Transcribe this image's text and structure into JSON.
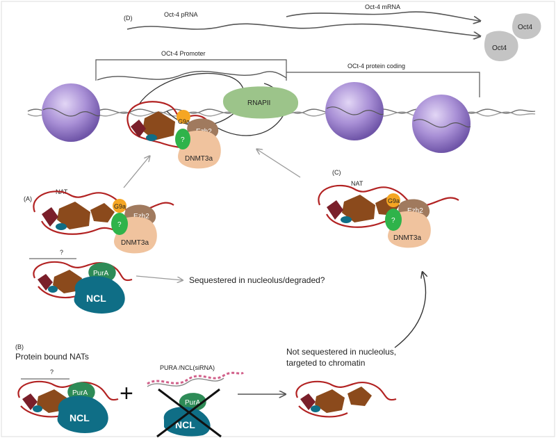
{
  "panel_d": {
    "label": "(D)",
    "prna": "Oct-4 pRNA",
    "mrna": "Oct-4 mRNA",
    "protein_a": "Oct4",
    "protein_b": "Oct4",
    "promoter": "OCt-4 Promoter",
    "coding": "OCt-4 protein coding",
    "polymerase": "RNAPII",
    "g9a": "G9a",
    "ezh2": "Ezh2",
    "unknown": "?",
    "dnmt3a": "DNMT3a"
  },
  "panel_a": {
    "label": "(A)",
    "nat": "NAT",
    "g9a": "G9a",
    "ezh2": "Ezh2",
    "unknown": "?",
    "dnmt3a": "DNMT3a",
    "bar_unknown": "?",
    "pura": "PurA",
    "ncl": "NCL",
    "sequestered": "Sequestered in nucleolus/degraded?"
  },
  "panel_c": {
    "label": "(C)",
    "nat": "NAT",
    "g9a": "G9a",
    "ezh2": "Ezh2",
    "unknown": "?",
    "dnmt3a": "DNMT3a"
  },
  "panel_b": {
    "label": "(B)",
    "title": "Protein bound NATs",
    "bar_unknown": "?",
    "pura": "PurA",
    "ncl": "NCL",
    "plus": "+",
    "sirna": "PURA /NCL(siRNA)",
    "knock_pura": "PurA",
    "knock_ncl": "NCL",
    "not_sequestered_1": "Not sequestered in nucleolus,",
    "not_sequestered_2": "targeted to chromatin"
  },
  "colors": {
    "nucleosome": "#a990d6",
    "rnapii": "#9cc48a",
    "g9a": "#f5a623",
    "ezh2": "#a07a5e",
    "unknown": "#2fb34a",
    "dnmt3a": "#f0c39e",
    "nat_rna": "#b22222",
    "brown_protein": "#8b4a1c",
    "maroon_protein": "#7a1f2a",
    "teal_protein": "#0f6e86",
    "pura": "#2e8b57",
    "ncl": "#0f6e86",
    "oct4": "#c4c4c4",
    "sirna": "#d1608a"
  }
}
